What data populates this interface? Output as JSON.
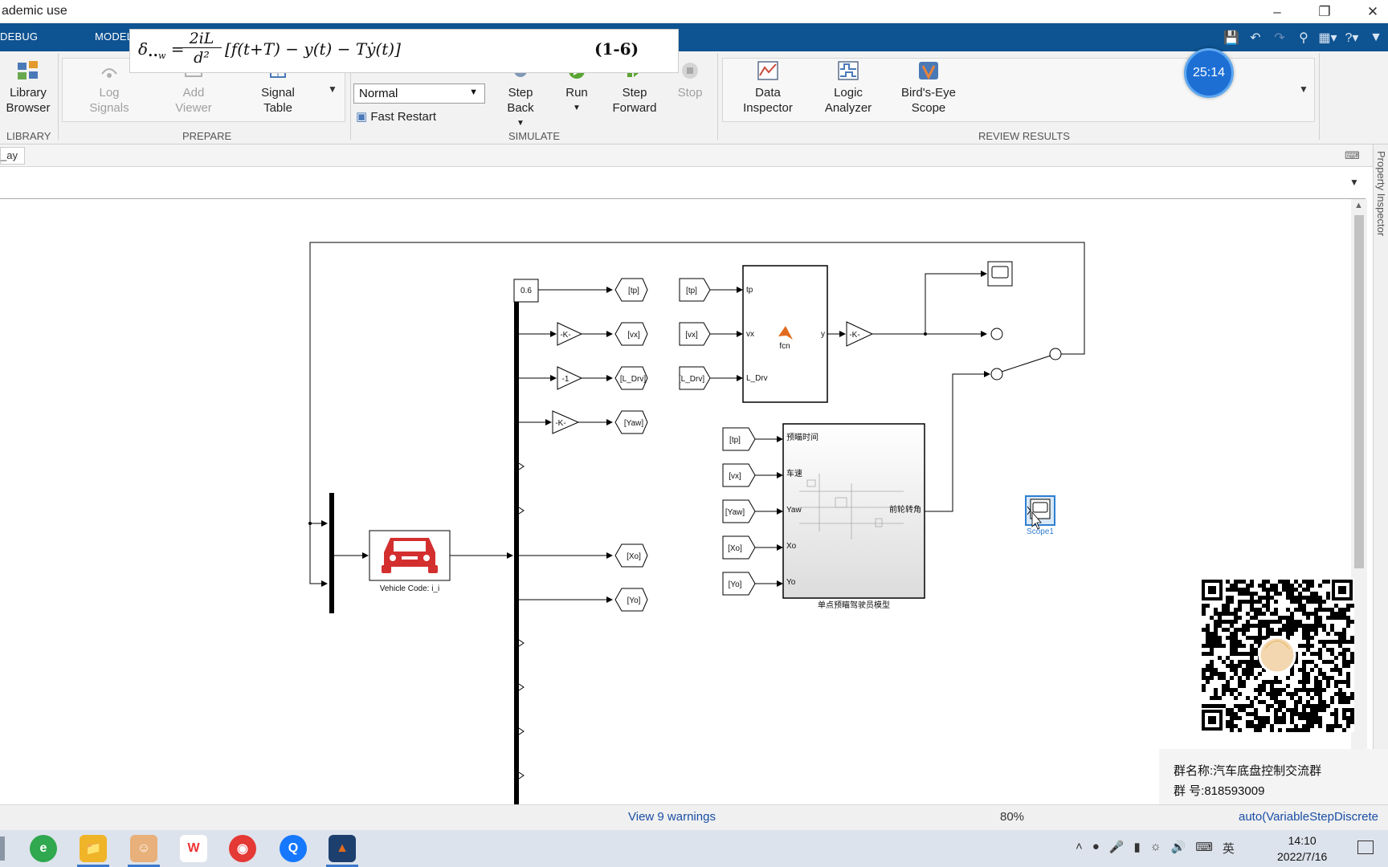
{
  "window": {
    "title": "ademic use",
    "controls": [
      "minimize-icon",
      "restore-icon",
      "close-icon"
    ]
  },
  "tabs": [
    "DEBUG",
    "MODELING"
  ],
  "formula": {
    "lhs": "δ",
    "numerator": "2iL",
    "denominator": "d²",
    "rhs": "[f(t+T) − y(t) − Tẏ(t)]",
    "number": "(1-6)"
  },
  "timer": "25:14",
  "ribbon": {
    "library": {
      "button": "Library Browser",
      "label": "LIBRARY"
    },
    "prepare": {
      "label": "PREPARE",
      "log_signals": "Log Signals",
      "add_viewer": "Add Viewer",
      "signal_table": "Signal Table"
    },
    "simulate": {
      "label": "SIMULATE",
      "mode": "Normal",
      "fast_restart": "Fast Restart",
      "step_back": "Step Back",
      "run": "Run",
      "step_forward": "Step Forward",
      "stop": "Stop"
    },
    "review": {
      "label": "REVIEW RESULTS",
      "data_inspector": "Data Inspector",
      "logic_analyzer": "Logic Analyzer",
      "birds_eye": "Bird's-Eye Scope"
    }
  },
  "breadcrumb": "_ay",
  "property_inspector": "Property Inspector",
  "diagram": {
    "constant": "0.6",
    "goto_tags": [
      "[tp]",
      "[vx]",
      "[L_Drv]",
      "[Yaw]",
      "[Xo]",
      "[Yo]"
    ],
    "gains": [
      "-K-",
      "-1",
      "-K-",
      "-K-"
    ],
    "from_fcn": [
      "[tp]",
      "[vx]",
      "[L_Drv]"
    ],
    "fcn_ports": {
      "in": [
        "tp",
        "vx",
        "L_Drv"
      ],
      "out": "y",
      "name": "fcn"
    },
    "from_driver": [
      "[tp]",
      "[vx]",
      "[Yaw]",
      "[Xo]",
      "[Yo]"
    ],
    "driver_ports": {
      "in": [
        "预瞄时间",
        "车速",
        "Yaw",
        "Xo",
        "Yo"
      ],
      "out": "前轮转角"
    },
    "driver_caption": "单点预瞄驾驶员模型",
    "vehicle_caption": "Vehicle Code: i_i",
    "scope1": "Scope1"
  },
  "group": {
    "name": "群名称:汽车底盘控制交流群",
    "number": "群   号:818593009"
  },
  "status": {
    "warnings": "View 9 warnings",
    "zoom": "80%",
    "solver": "auto(VariableStepDiscrete"
  },
  "taskbar": {
    "ime": "英",
    "time": "14:10",
    "date": "2022/7/16"
  },
  "colors": {
    "toolstrip_blue": "#0e5392",
    "vehicle_red": "#d32f2f",
    "matlab_orange": "#e16b1e",
    "link_blue": "#1a4ea6"
  }
}
